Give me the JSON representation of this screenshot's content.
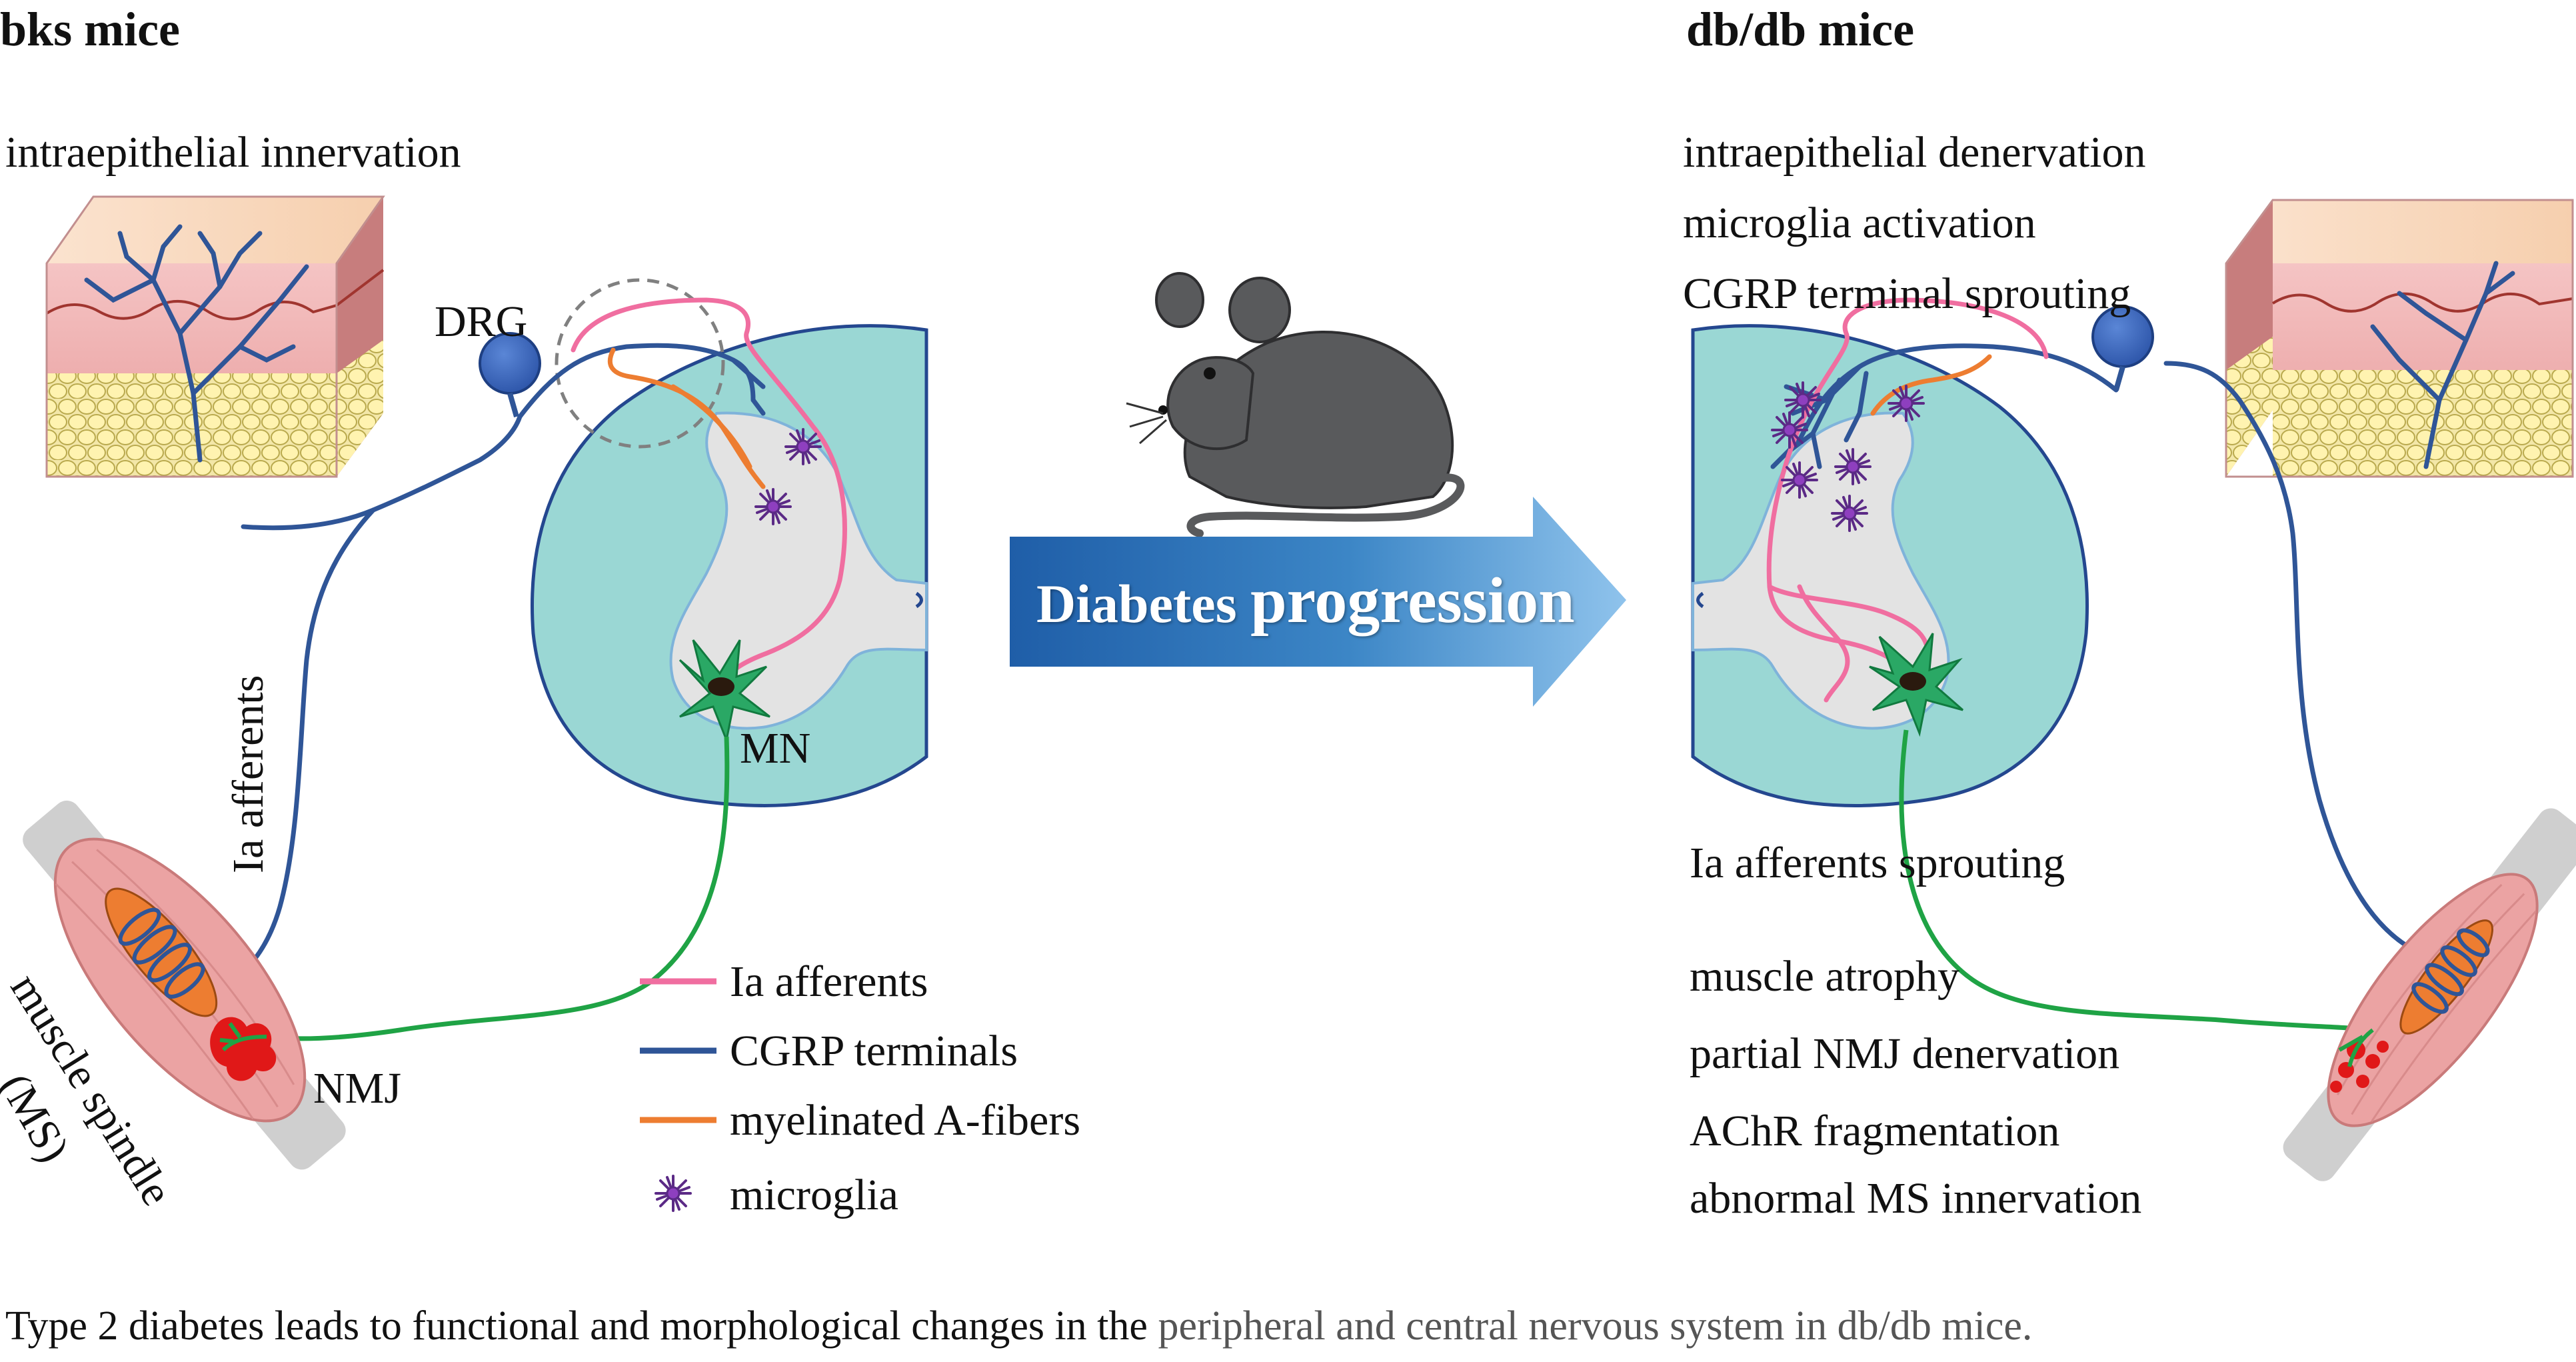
{
  "left": {
    "title": "bks mice",
    "skin_label": "intraepithelial  innervation",
    "drg_label": "DRG",
    "mn_label": "MN",
    "afferent_label": "Ia afferents",
    "nmj_label": "NMJ",
    "spindle_label_1": "muscle spindle",
    "spindle_label_2": "(MS)"
  },
  "legend": [
    {
      "label": "Ia afferents",
      "color": "#f06ea0"
    },
    {
      "label": "CGRP  terminals",
      "color": "#2f5597"
    },
    {
      "label": "myelinated  A-fibers",
      "color": "#ed7d31"
    },
    {
      "label": "microglia",
      "color": "#5b2a86",
      "icon": "microglia-icon"
    }
  ],
  "arrow": {
    "word1": "Diabetes",
    "word2": "progression",
    "icon": "mouse-icon"
  },
  "right": {
    "title": "db/db mice",
    "changes_top": [
      "intraepithelial  denervation",
      "microglia activation",
      "CGRP terminal  sprouting"
    ],
    "sprouting_label": "Ia afferents sprouting",
    "changes_bottom": [
      "muscle atrophy",
      "partial NMJ  denervation",
      "AChR fragmentation",
      "abnormal MS innervation"
    ]
  },
  "caption": {
    "part1": "Type 2 diabetes leads to functional and morphological changes in the ",
    "part2": "peripheral and central nervous system in db/db mice."
  },
  "colors": {
    "ia_afferent": "#f06ea0",
    "cgrp": "#2f5597",
    "a_fiber": "#ed7d31",
    "motor_axon": "#1fa345",
    "spinal_cord": "#9ad7d4",
    "grey_matter": "#e3e3e3",
    "muscle": "#eba3a3",
    "arrow": "#2e6fb3"
  }
}
